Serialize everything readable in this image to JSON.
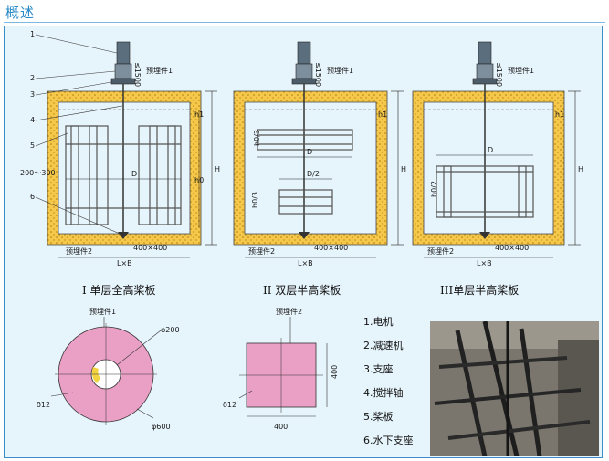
{
  "header": {
    "title": "概述"
  },
  "diagrams": [
    {
      "caption": "I 单层全高桨板",
      "embed_label": "预埋件1",
      "dim_top": "≤1500",
      "label_D": "D",
      "label_H": "H",
      "label_h1": "h1",
      "label_h0": "h0",
      "label_clear": "200～300",
      "label_base": "400×400",
      "label_LB": "L×B",
      "label_embed2": "预埋件2"
    },
    {
      "caption": "II 双层半高桨板",
      "embed_label": "预埋件1",
      "dim_top": "≤1500",
      "label_D": "D",
      "label_D2": "D/2",
      "label_H": "H",
      "label_h1": "h1",
      "label_h03a": "h0/3",
      "label_h03b": "h0/3",
      "label_base": "400×400",
      "label_LB": "L×B",
      "label_embed2": "预埋件2"
    },
    {
      "caption": "III单层半高桨板",
      "embed_label": "预埋件1",
      "dim_top": "≤1500",
      "label_D": "D",
      "label_H": "H",
      "label_h1": "h1",
      "label_h02": "h0/2",
      "label_base": "400×400",
      "label_LB": "L×B",
      "label_embed2": "预埋件2"
    }
  ],
  "callouts": [
    "1",
    "2",
    "3",
    "4",
    "5",
    "6"
  ],
  "embed1_detail": {
    "title": "预埋件1",
    "inner_dim": "φ200",
    "outer_dim": "φ600",
    "thickness": "δ12"
  },
  "embed2_detail": {
    "title": "预埋件2",
    "side_dim": "400",
    "bottom_dim": "400",
    "thickness": "δ12"
  },
  "legend": [
    "1.电机",
    "2.减速机",
    "3.支座",
    "4.搅拌轴",
    "5.桨板",
    "6.水下支座"
  ],
  "colors": {
    "accent": "#2a8ac9",
    "tank_wall": "#f5c84a",
    "pink": "#e9a0c4",
    "line": "#222222"
  }
}
